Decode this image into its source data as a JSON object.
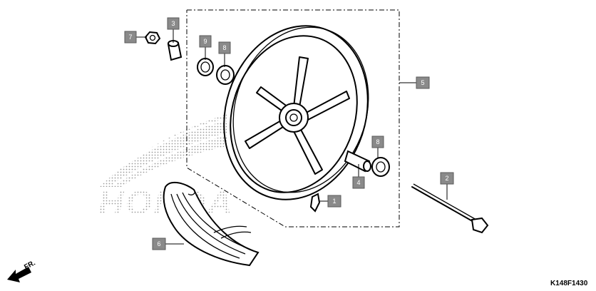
{
  "diagram": {
    "callouts": [
      {
        "id": "c1",
        "label": "1"
      },
      {
        "id": "c2",
        "label": "2"
      },
      {
        "id": "c3",
        "label": "3"
      },
      {
        "id": "c4",
        "label": "4"
      },
      {
        "id": "c5",
        "label": "5"
      },
      {
        "id": "c6",
        "label": "6"
      },
      {
        "id": "c7",
        "label": "7"
      },
      {
        "id": "c8a",
        "label": "8"
      },
      {
        "id": "c8b",
        "label": "8"
      },
      {
        "id": "c9",
        "label": "9"
      }
    ],
    "watermark_logo": "HONDA",
    "direction_label": "FR.",
    "diagram_code": "K148F1430"
  },
  "colors": {
    "callout_fill": "#8a8a8a",
    "ink": "#000000",
    "watermark": "#b8b8b8"
  }
}
